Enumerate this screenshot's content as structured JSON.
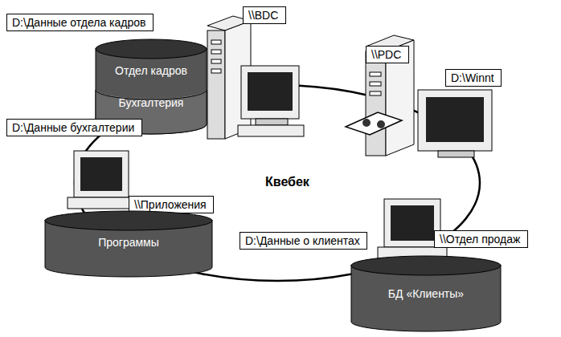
{
  "diagram": {
    "nodes": [
      {
        "text": [
          "D:\\Данные отдела кадров"
        ]
      },
      {
        "text": [
          "Отдел кадров",
          "Бухгалтерия"
        ]
      },
      {
        "text": [
          "\\\\BDC"
        ]
      },
      {
        "text": [
          "D:\\Данные бухгалтерии"
        ]
      },
      {
        "text": [
          "\\\\PDC"
        ]
      },
      {
        "text": [
          "D:\\Winnt"
        ]
      },
      {
        "text": [
          "\\\\Приложения"
        ]
      },
      {
        "text": [
          "Программы"
        ]
      },
      {
        "text": [
          "D:\\Данные о клиентах"
        ]
      },
      {
        "text": [
          "\\\\Отдел продаж"
        ]
      },
      {
        "text": [
          "БД «Клиенты»"
        ]
      }
    ],
    "labels": [
      "Квебек"
    ]
  }
}
